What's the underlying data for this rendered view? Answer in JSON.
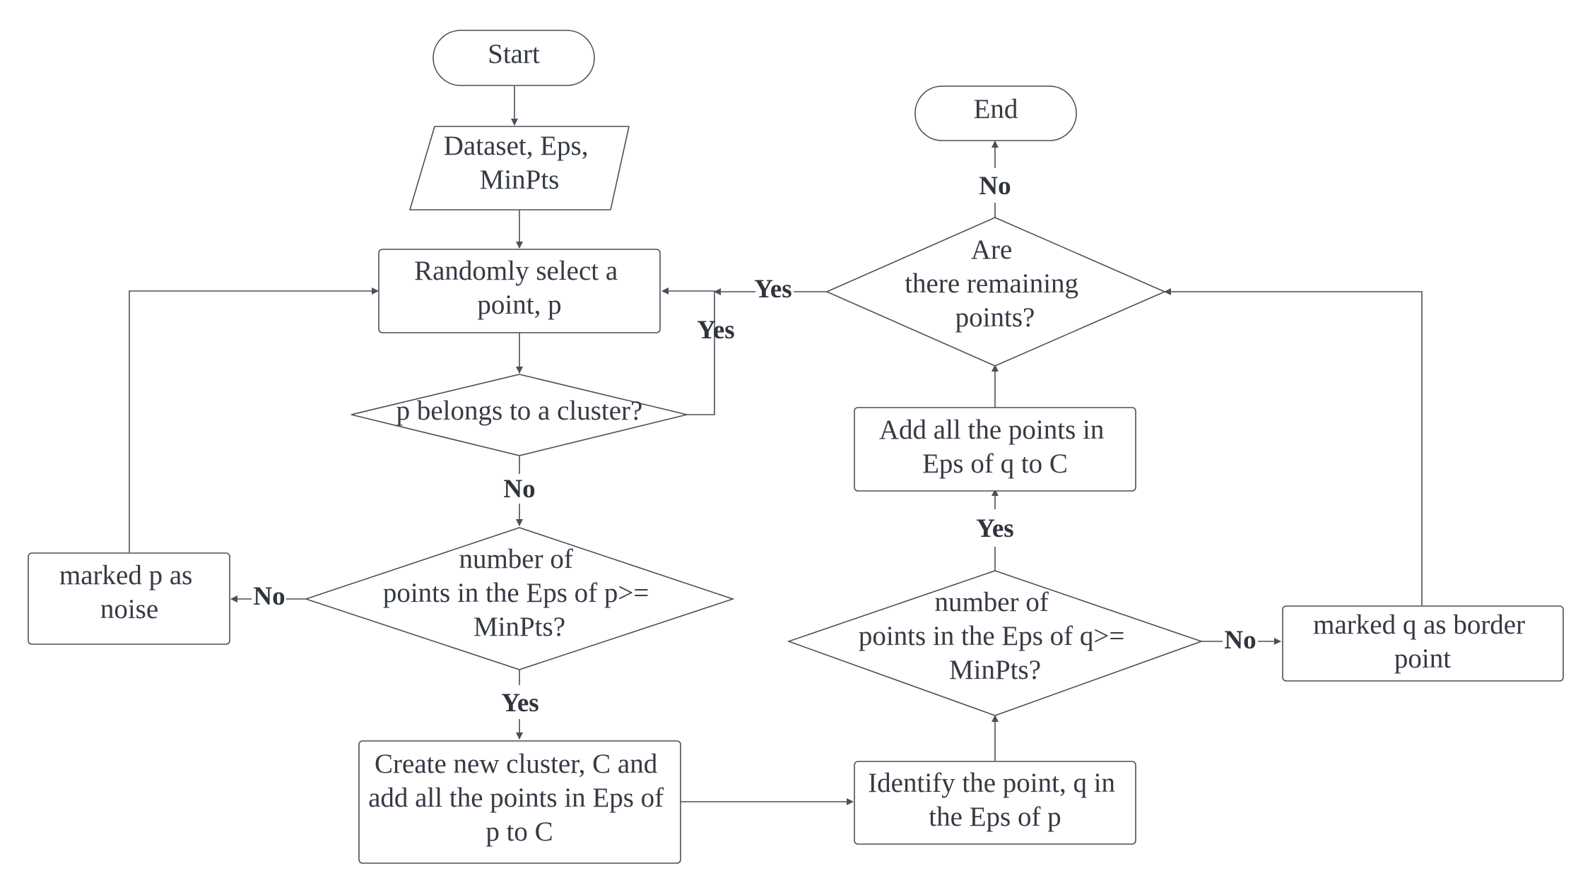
{
  "nodes": {
    "start": {
      "lines": [
        "Start"
      ]
    },
    "input": {
      "lines": [
        "Dataset, Eps,",
        "MinPts"
      ]
    },
    "select": {
      "lines": [
        "Randomly select a",
        "point, p"
      ]
    },
    "belongs": {
      "lines": [
        "p belongs to a cluster?"
      ]
    },
    "minpts_p": {
      "lines": [
        "number of",
        "points in the Eps of p>=",
        "MinPts?"
      ]
    },
    "noise": {
      "lines": [
        "marked p as",
        "noise"
      ]
    },
    "create": {
      "lines": [
        "Create new cluster, C and",
        "add all the points in Eps of",
        "p to C"
      ]
    },
    "identify": {
      "lines": [
        "Identify the point, q in",
        "the Eps of p"
      ]
    },
    "minpts_q": {
      "lines": [
        "number of",
        "points in the Eps of q>=",
        "MinPts?"
      ]
    },
    "border": {
      "lines": [
        "marked q as border",
        "point"
      ]
    },
    "add": {
      "lines": [
        "Add all the points in",
        "Eps of q to C"
      ]
    },
    "remaining": {
      "lines": [
        "Are",
        "there remaining",
        "points?"
      ]
    },
    "end": {
      "lines": [
        "End"
      ]
    }
  },
  "edge_labels": {
    "belongs_yes": "Yes",
    "belongs_no": "No",
    "minpts_p_no": "No",
    "minpts_p_yes": "Yes",
    "minpts_q_yes": "Yes",
    "minpts_q_no": "No",
    "remaining_yes": "Yes",
    "remaining_no": "No"
  },
  "colors": {
    "stroke": "#4a4f59",
    "text": "#353a44",
    "fill": "#ffffff"
  }
}
